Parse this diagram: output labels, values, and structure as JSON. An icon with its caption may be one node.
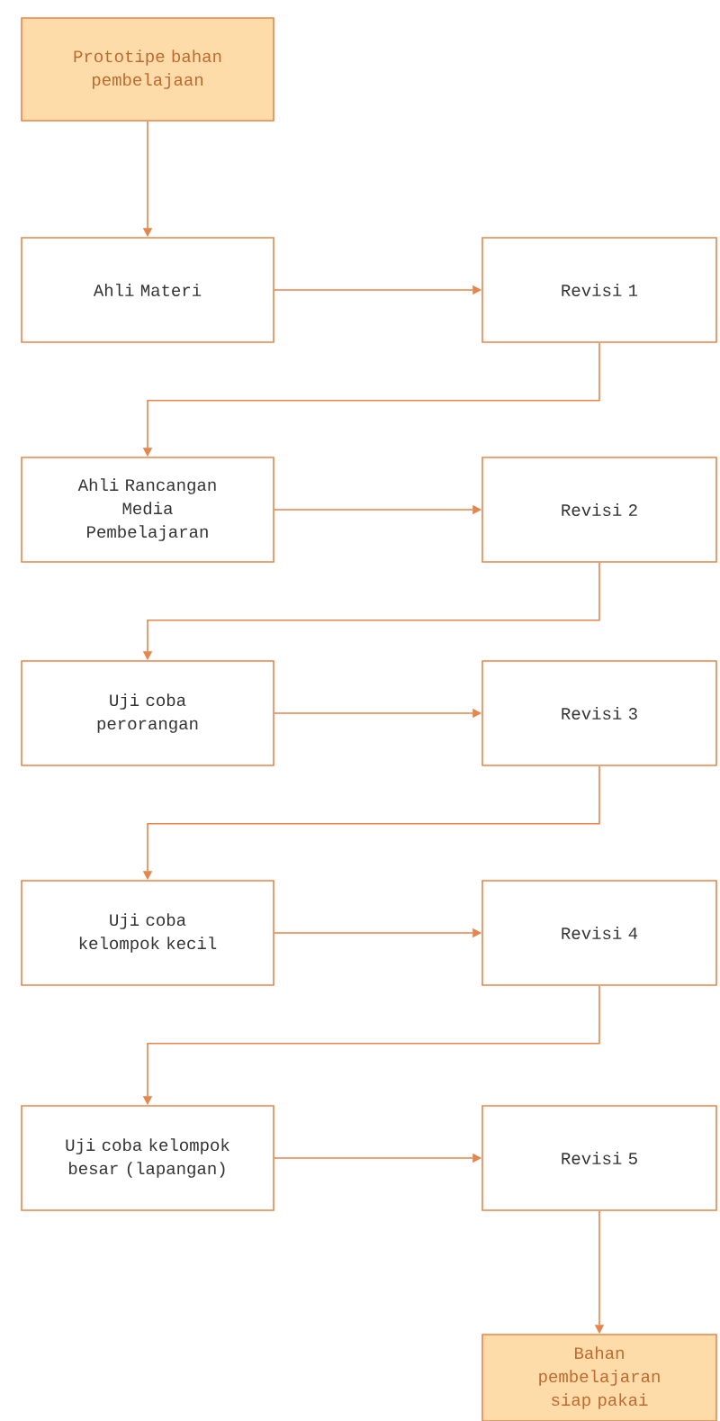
{
  "diagram": {
    "nodes": [
      {
        "text": [
          "Prototipe bahan pembelajaan"
        ]
      },
      {
        "text": [
          "Ahli Materi"
        ]
      },
      {
        "text": [
          "Revisi 1"
        ]
      },
      {
        "text": [
          "Ahli Rancangan Media Pembelajaran"
        ]
      },
      {
        "text": [
          "Revisi 2"
        ]
      },
      {
        "text": [
          "Uji coba perorangan"
        ]
      },
      {
        "text": [
          "Revisi 3"
        ]
      },
      {
        "text": [
          "Uji coba kelompok kecil"
        ]
      },
      {
        "text": [
          "Revisi 4"
        ]
      },
      {
        "text": [
          "Uji coba kelompok besar (lapangan)"
        ]
      },
      {
        "text": [
          "Revisi 5"
        ]
      },
      {
        "text": [
          "Bahan pembelajaran siap pakai"
        ]
      }
    ],
    "edges": [
      {
        "from": 0,
        "to": 1,
        "arrow": "to"
      },
      {
        "from": 1,
        "to": 2,
        "arrow": "to"
      },
      {
        "from": 2,
        "to": 3,
        "arrow": "to"
      },
      {
        "from": 3,
        "to": 4,
        "arrow": "to"
      },
      {
        "from": 4,
        "to": 5,
        "arrow": "to"
      },
      {
        "from": 5,
        "to": 6,
        "arrow": "to"
      },
      {
        "from": 6,
        "to": 7,
        "arrow": "to"
      },
      {
        "from": 7,
        "to": 8,
        "arrow": "to"
      },
      {
        "from": 8,
        "to": 9,
        "arrow": "to"
      },
      {
        "from": 9,
        "to": 10,
        "arrow": "to"
      },
      {
        "from": 10,
        "to": 11,
        "arrow": "to"
      }
    ]
  }
}
